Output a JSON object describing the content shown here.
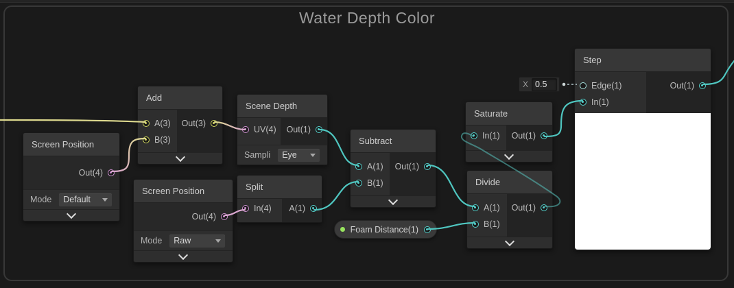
{
  "group": {
    "title": "Water Depth Color"
  },
  "nodes": {
    "screen_position_a": {
      "title": "Screen Position",
      "out": "Out(4)",
      "mode_label": "Mode",
      "mode_value": "Default"
    },
    "add": {
      "title": "Add",
      "in_a": "A(3)",
      "in_b": "B(3)",
      "out": "Out(3)"
    },
    "scene_depth": {
      "title": "Scene Depth",
      "in_uv": "UV(4)",
      "out": "Out(1)",
      "sampling_label": "Sampli",
      "sampling_value": "Eye"
    },
    "screen_position_b": {
      "title": "Screen Position",
      "out": "Out(4)",
      "mode_label": "Mode",
      "mode_value": "Raw"
    },
    "split": {
      "title": "Split",
      "in": "In(4)",
      "out_a": "A(1)"
    },
    "subtract": {
      "title": "Subtract",
      "in_a": "A(1)",
      "in_b": "B(1)",
      "out": "Out(1)"
    },
    "foam_distance": {
      "label": "Foam Distance(1)"
    },
    "saturate": {
      "title": "Saturate",
      "in": "In(1)",
      "out": "Out(1)"
    },
    "divide": {
      "title": "Divide",
      "in_a": "A(1)",
      "in_b": "B(1)",
      "out": "Out(1)"
    },
    "step": {
      "title": "Step",
      "in_edge": "Edge(1)",
      "in": "In(1)",
      "out": "Out(1)",
      "edge_default_label": "X",
      "edge_default_value": "0.5"
    }
  },
  "colors": {
    "background": "#1a1a1a",
    "group_border": "#383838",
    "wire_teal": "#4fc6c0",
    "wire_yellow": "#ddd98e",
    "wire_pink": "#d9a6cf",
    "port_float": "#55d1cc",
    "port_vector4": "#d092d2",
    "port_vector3": "#ccd25c",
    "property_dot": "#97e35e",
    "preview": "#ffffff"
  }
}
